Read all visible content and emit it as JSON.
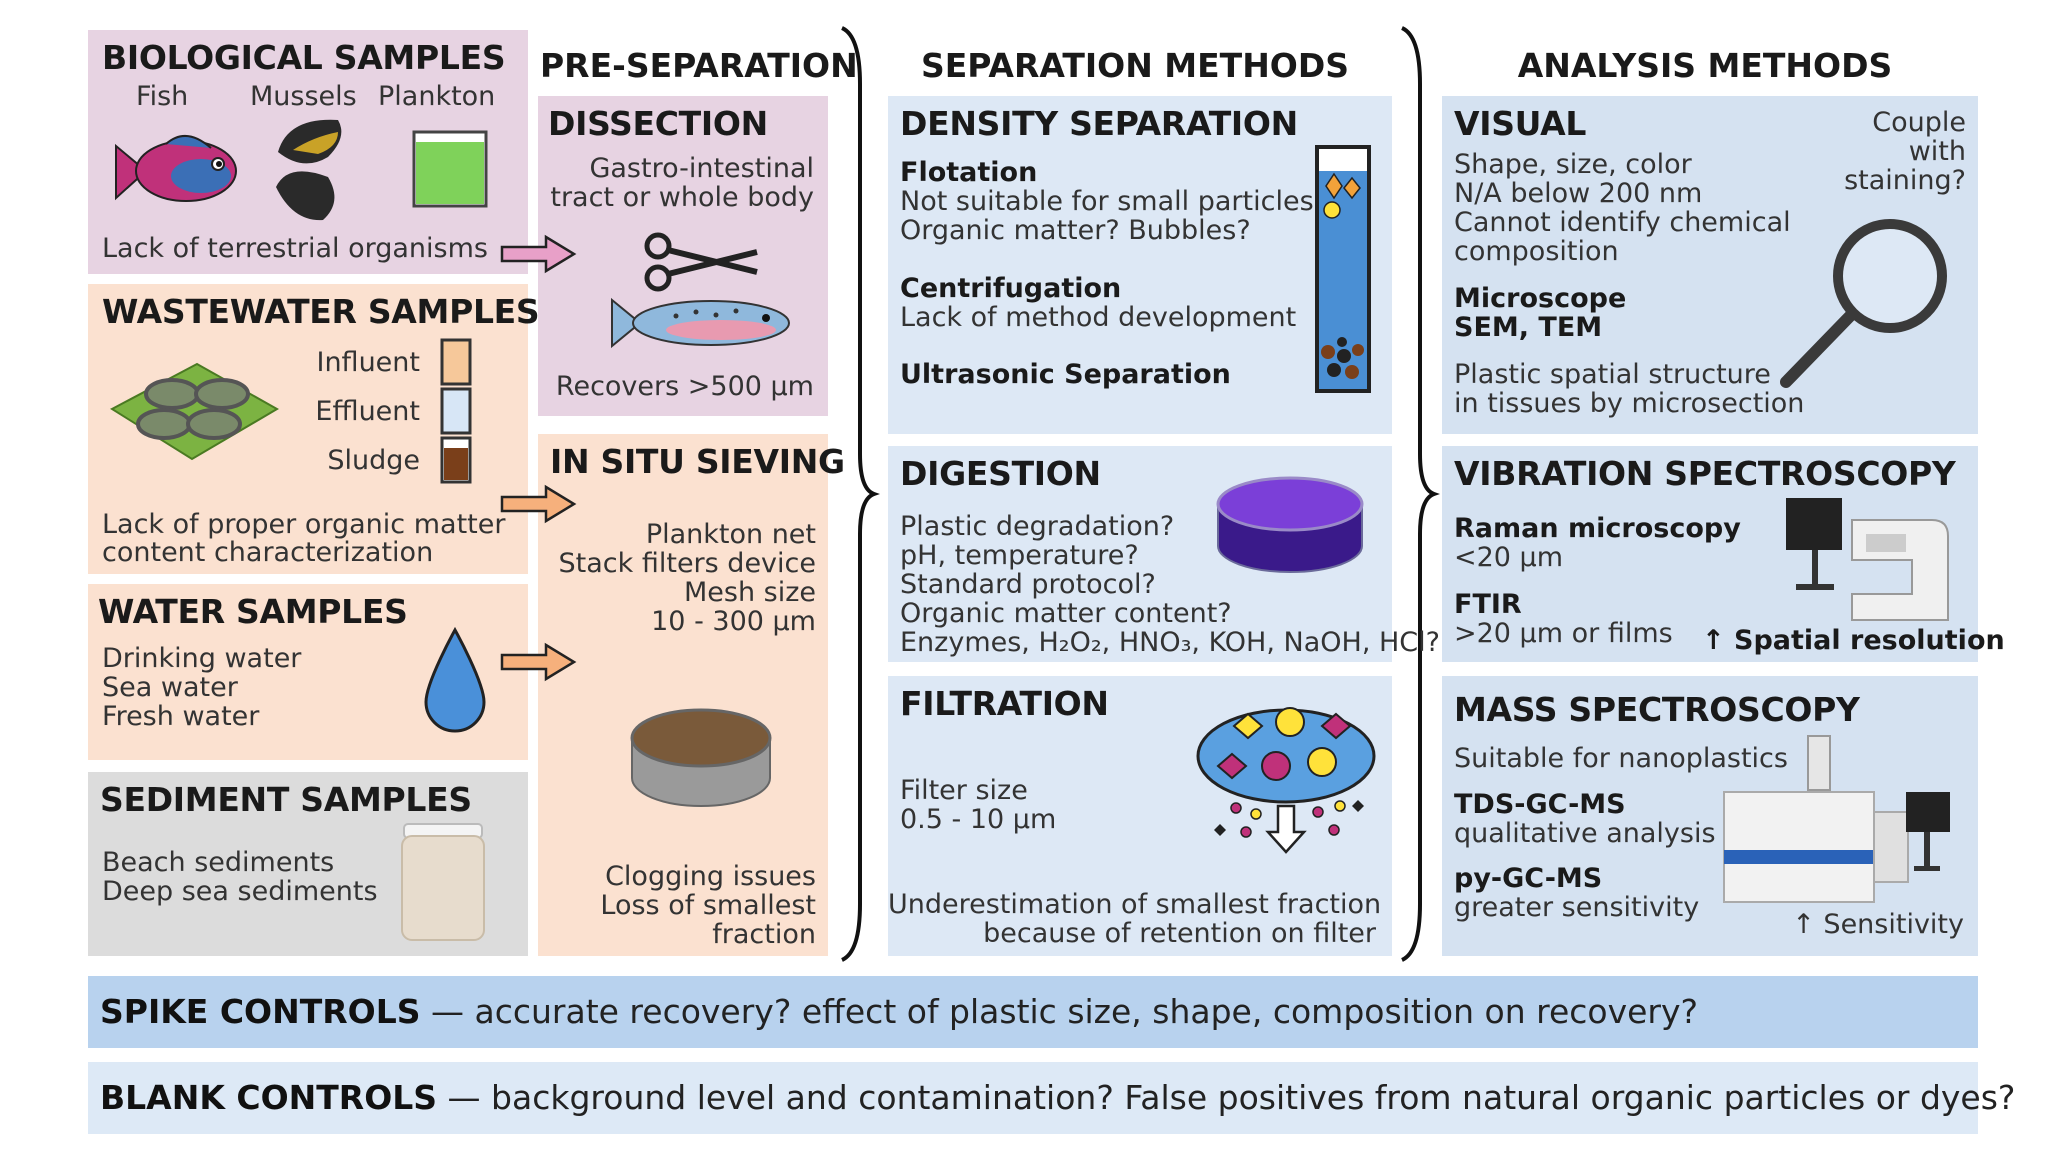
{
  "columns": {
    "pre_separation": "PRE-SEPARATION",
    "separation": "SEPARATION METHODS",
    "analysis": "ANALYSIS METHODS"
  },
  "biological": {
    "title": "BIOLOGICAL SAMPLES",
    "fish": "Fish",
    "mussels": "Mussels",
    "plankton": "Plankton",
    "note": "Lack of terrestrial organisms"
  },
  "wastewater": {
    "title": "WASTEWATER SAMPLES",
    "influent": "Influent",
    "effluent": "Effluent",
    "sludge": "Sludge",
    "note1": "Lack of proper organic matter",
    "note2": "content characterization"
  },
  "water": {
    "title": "WATER SAMPLES",
    "l1": "Drinking water",
    "l2": "Sea water",
    "l3": "Fresh water"
  },
  "sediment": {
    "title": "SEDIMENT SAMPLES",
    "l1": "Beach sediments",
    "l2": "Deep sea sediments"
  },
  "dissection": {
    "title": "DISSECTION",
    "l1": "Gastro-intestinal",
    "l2": "tract or whole body",
    "note": "Recovers >500 µm"
  },
  "sieving": {
    "title": "IN SITU SIEVING",
    "l1": "Plankton net",
    "l2": "Stack filters device",
    "l3": "Mesh size",
    "l4": "10 - 300 µm",
    "n1": "Clogging issues",
    "n2": "Loss of smallest",
    "n3": "fraction"
  },
  "density": {
    "title": "DENSITY SEPARATION",
    "flot": "Flotation",
    "flot1": "Not suitable for small particles",
    "flot2": "Organic matter? Bubbles?",
    "cent": "Centrifugation",
    "cent1": "Lack of method development",
    "ultra": "Ultrasonic Separation"
  },
  "digestion": {
    "title": "DIGESTION",
    "l1": "Plastic degradation?",
    "l2": "pH, temperature?",
    "l3": "Standard protocol?",
    "l4": "Organic matter content?",
    "l5": "Enzymes, H₂O₂, HNO₃, KOH, NaOH, HCl?"
  },
  "filtration": {
    "title": "FILTRATION",
    "l1": "Filter size",
    "l2": "0.5 - 10 µm",
    "n1": "Underestimation of smallest fraction",
    "n2": "because of retention on filter"
  },
  "visual": {
    "title": "VISUAL",
    "c1": "Couple",
    "c2": "with",
    "c3": "staining?",
    "l1": "Shape, size, color",
    "l2": "N/A below 200 nm",
    "l3": "Cannot identify chemical",
    "l4": "composition",
    "m1": "Microscope",
    "m2": "SEM, TEM",
    "p1": "Plastic spatial structure",
    "p2": "in tissues by microsection"
  },
  "vibration": {
    "title": "VIBRATION SPECTROSCOPY",
    "raman": "Raman microscopy",
    "raman1": "<20 µm",
    "ftir": "FTIR",
    "ftir1": ">20 µm or films",
    "res": "↑ Spatial resolution"
  },
  "mass": {
    "title": "MASS SPECTROSCOPY",
    "l1": "Suitable for nanoplastics",
    "tds": "TDS-GC-MS",
    "tds1": "qualitative analysis",
    "py": "py-GC-MS",
    "py1": "greater sensitivity",
    "sens": "↑ Sensitivity"
  },
  "spike": {
    "label": "SPIKE CONTROLS",
    "text": " — accurate recovery? effect of plastic size, shape, composition on recovery?"
  },
  "blank": {
    "label": "BLANK CONTROLS",
    "text": " — background level and contamination? False positives from natural organic particles or dyes?"
  }
}
